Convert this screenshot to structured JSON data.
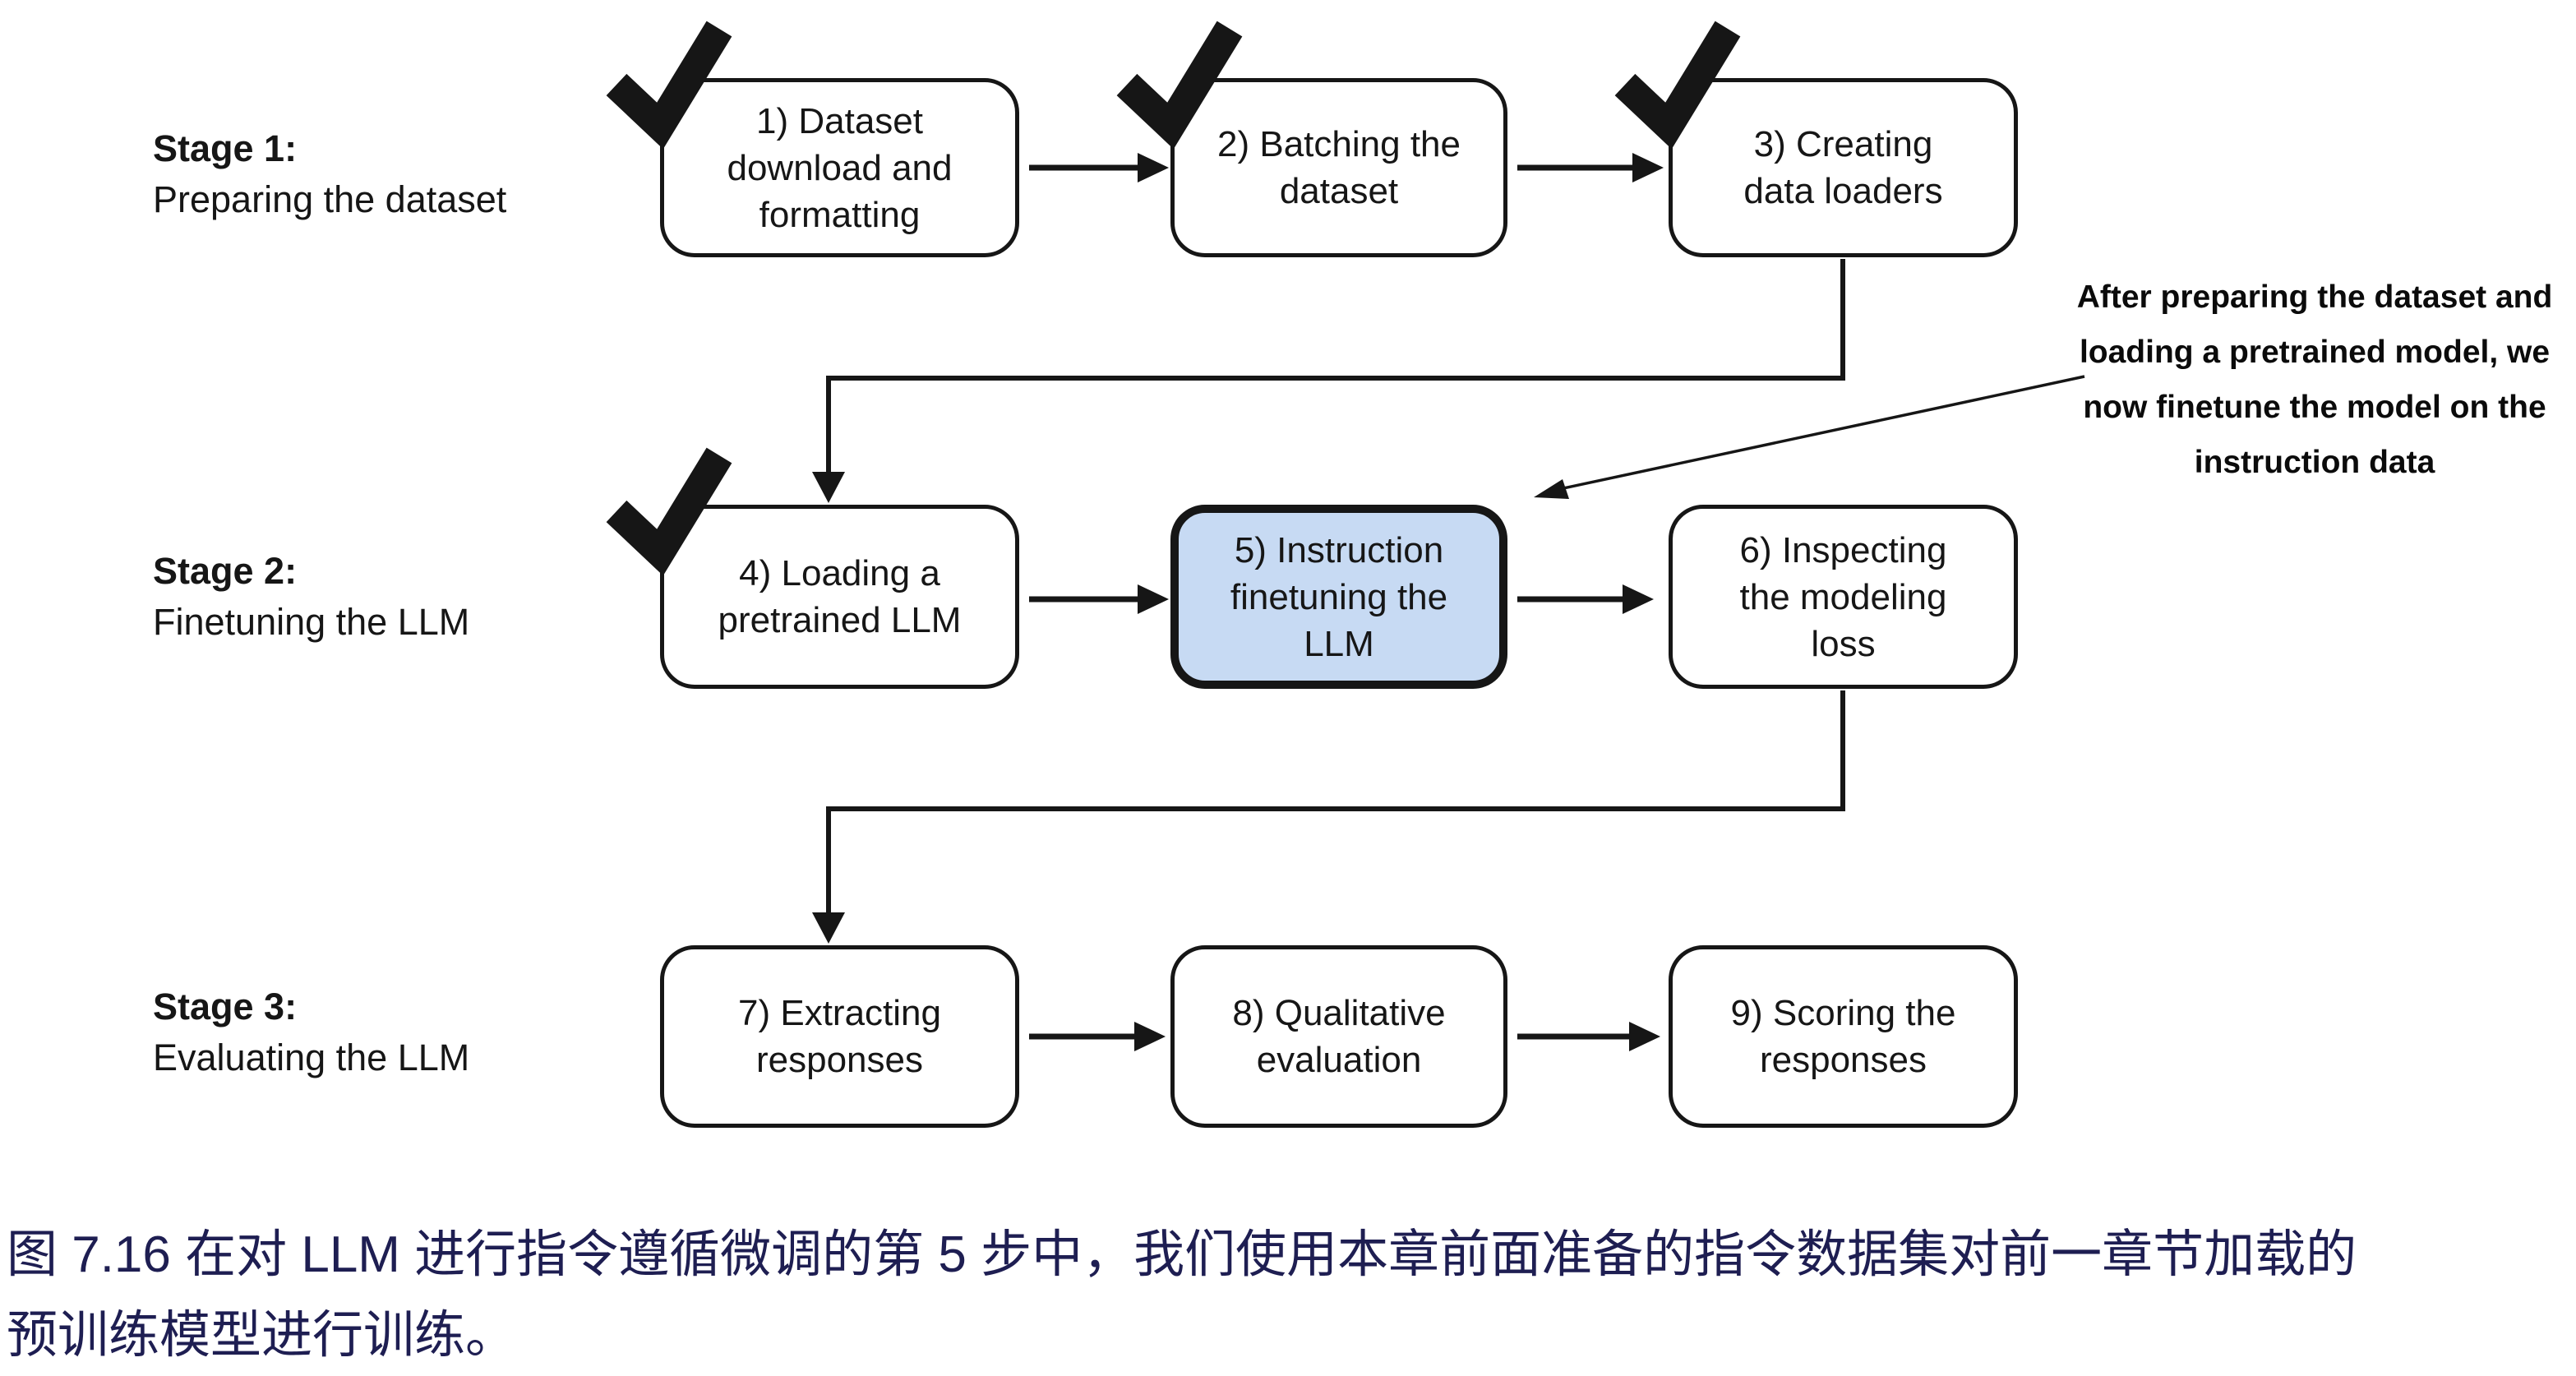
{
  "stages": [
    {
      "title": "Stage 1:",
      "subtitle": "Preparing the dataset"
    },
    {
      "title": "Stage 2:",
      "subtitle": "Finetuning the LLM"
    },
    {
      "title": "Stage 3:",
      "subtitle": "Evaluating the LLM"
    }
  ],
  "boxes": [
    {
      "lines": [
        "1) Dataset",
        "download and",
        "formatting"
      ],
      "checked": true,
      "highlighted": false
    },
    {
      "lines": [
        "2) Batching the",
        "dataset"
      ],
      "checked": true,
      "highlighted": false
    },
    {
      "lines": [
        "3) Creating",
        "data loaders"
      ],
      "checked": true,
      "highlighted": false
    },
    {
      "lines": [
        "4) Loading a",
        "pretrained LLM"
      ],
      "checked": true,
      "highlighted": false
    },
    {
      "lines": [
        "5) Instruction",
        "finetuning the",
        "LLM"
      ],
      "checked": false,
      "highlighted": true
    },
    {
      "lines": [
        "6) Inspecting",
        "the modeling",
        "loss"
      ],
      "checked": false,
      "highlighted": false
    },
    {
      "lines": [
        "7) Extracting",
        "responses"
      ],
      "checked": false,
      "highlighted": false
    },
    {
      "lines": [
        "8) Qualitative",
        "evaluation"
      ],
      "checked": false,
      "highlighted": false
    },
    {
      "lines": [
        "9) Scoring the",
        "responses"
      ],
      "checked": false,
      "highlighted": false
    }
  ],
  "annotation": {
    "lines": [
      "After preparing the dataset and",
      "loading a pretrained model, we",
      "now finetune the model on the",
      "instruction data"
    ]
  },
  "caption": {
    "lines": [
      "图 7.16 在对 LLM 进行指令遵循微调的第 5 步中，我们使用本章前面准备的指令数据集对前一章节加载的",
      "预训练模型进行训练。"
    ]
  },
  "icons": {
    "checkmark": "heavy-check-mark"
  },
  "colors": {
    "highlight_fill": "#c7daf3",
    "diagram_ink": "#161616",
    "caption_text": "#1e1e52"
  }
}
